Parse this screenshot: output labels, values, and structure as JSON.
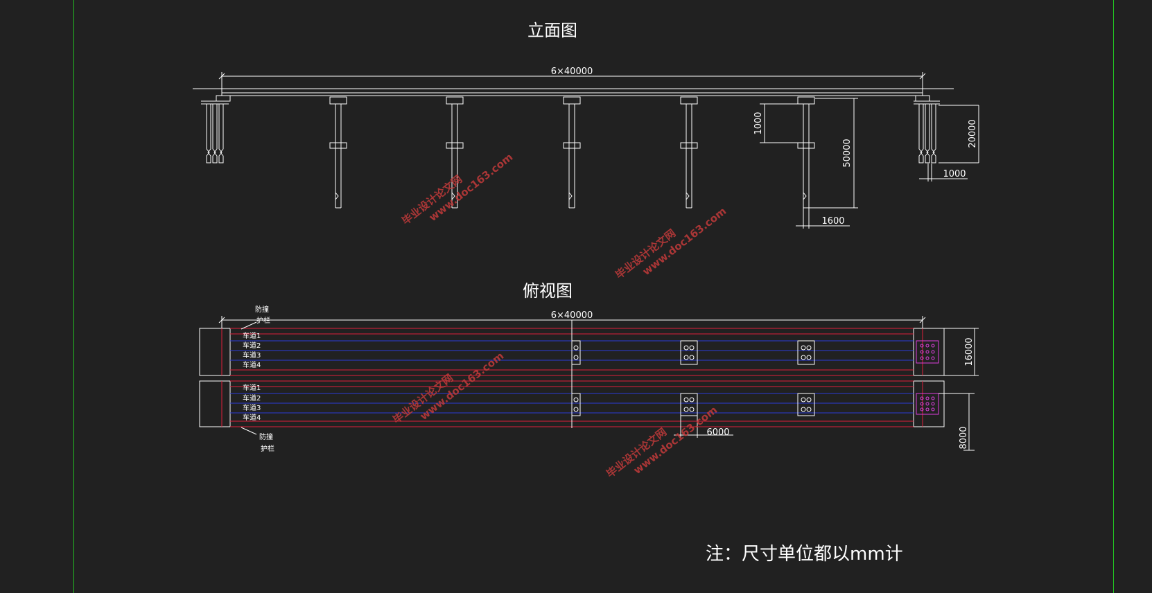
{
  "titles": {
    "elevation": "立面图",
    "plan": "俯视图"
  },
  "elevation": {
    "span_label": "6×40000",
    "dim_1000_v": "1000",
    "dim_50000": "50000",
    "dim_1600": "1600",
    "dim_20000": "20000",
    "dim_1000_h": "1000"
  },
  "plan": {
    "span_label": "6×40000",
    "top_labels": [
      "防撞",
      "护栏"
    ],
    "lanes_top": [
      "车道1",
      "车道2",
      "车道3",
      "车道4"
    ],
    "lanes_bottom": [
      "车道1",
      "车道2",
      "车道3",
      "车道4"
    ],
    "bottom_labels": [
      "防撞",
      "护栏"
    ],
    "dim_16000": "16000",
    "dim_6000": "6000",
    "dim_8000": "8000"
  },
  "note": "注：尺寸单位都以mm计",
  "watermarks": [
    {
      "line1": "毕业设计论文网",
      "line2": "www.doc163.com"
    },
    {
      "line1": "毕业设计论文网",
      "line2": "www.doc163.com"
    },
    {
      "line1": "毕业设计论文网",
      "line2": "www.doc163.com"
    },
    {
      "line1": "毕业设计论文网",
      "line2": "www.doc163.com"
    }
  ],
  "colors": {
    "line": "#ffffff",
    "red": "#e0203a",
    "blue": "#2a3bd8",
    "magenta": "#e040e0",
    "frame": "#22c322",
    "watermark": "#c23a3a"
  }
}
